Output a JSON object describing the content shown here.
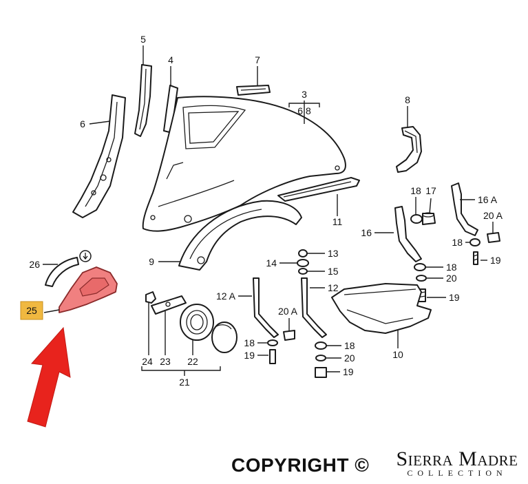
{
  "diagram": {
    "labels": {
      "l5": "5",
      "l4": "4",
      "l7": "7",
      "l3": "3",
      "l6_8": "6 8",
      "l8": "8",
      "l6": "6",
      "l18a": "18",
      "l17": "17",
      "l16a": "16 A",
      "l20a_top": "20 A",
      "l18b": "18",
      "l19a": "19",
      "l11": "11",
      "l16": "16",
      "l13": "13",
      "l14": "14",
      "l15": "15",
      "l9": "9",
      "l26": "26",
      "l18c": "18",
      "l20a": "20",
      "l19b": "19",
      "l12a": "12 A",
      "l12": "12",
      "l20a_mid": "20 A",
      "l25": "25",
      "l18d": "18",
      "l19c": "19",
      "l18e": "18",
      "l20b": "20",
      "l19d": "19",
      "l10": "10",
      "l24": "24",
      "l23": "23",
      "l22": "22",
      "l21": "21"
    },
    "highlight_color": "#f08080",
    "label_box_color": "#f0b840",
    "arrow_color": "#e8231d"
  },
  "footer": {
    "copyright": "COPYRIGHT ©",
    "brand_name": "Sierra Madre",
    "brand_sub": "COLLECTION"
  }
}
